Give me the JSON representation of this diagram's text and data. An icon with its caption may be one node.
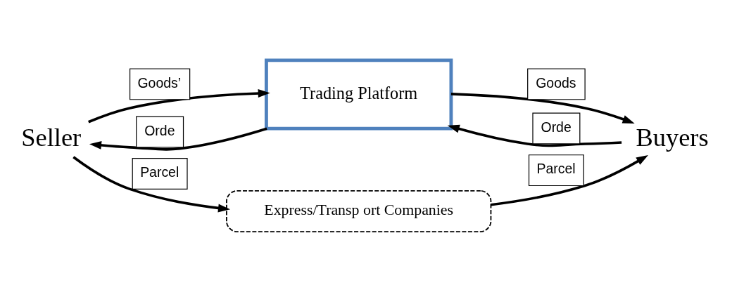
{
  "diagram": {
    "nodes": [
      {
        "text": [
          "Seller"
        ]
      },
      {
        "text": [
          "Trading Platform"
        ]
      },
      {
        "text": [
          "Buyers"
        ]
      },
      {
        "text": [
          "Express/Transp ort Companies"
        ]
      }
    ],
    "edges": [
      {
        "from": 0,
        "to": 1,
        "arrow": "to",
        "label": "Goods’"
      },
      {
        "from": 1,
        "to": 0,
        "arrow": "to",
        "label": "Orde"
      },
      {
        "from": 2,
        "to": 1,
        "arrow": "to",
        "label": "Orde"
      },
      {
        "from": 1,
        "to": 2,
        "arrow": "to",
        "label": "Goods"
      },
      {
        "from": 0,
        "to": 3,
        "arrow": "to",
        "label": "Parcel"
      },
      {
        "from": 3,
        "to": 2,
        "arrow": "to",
        "label": "Parcel"
      }
    ]
  }
}
